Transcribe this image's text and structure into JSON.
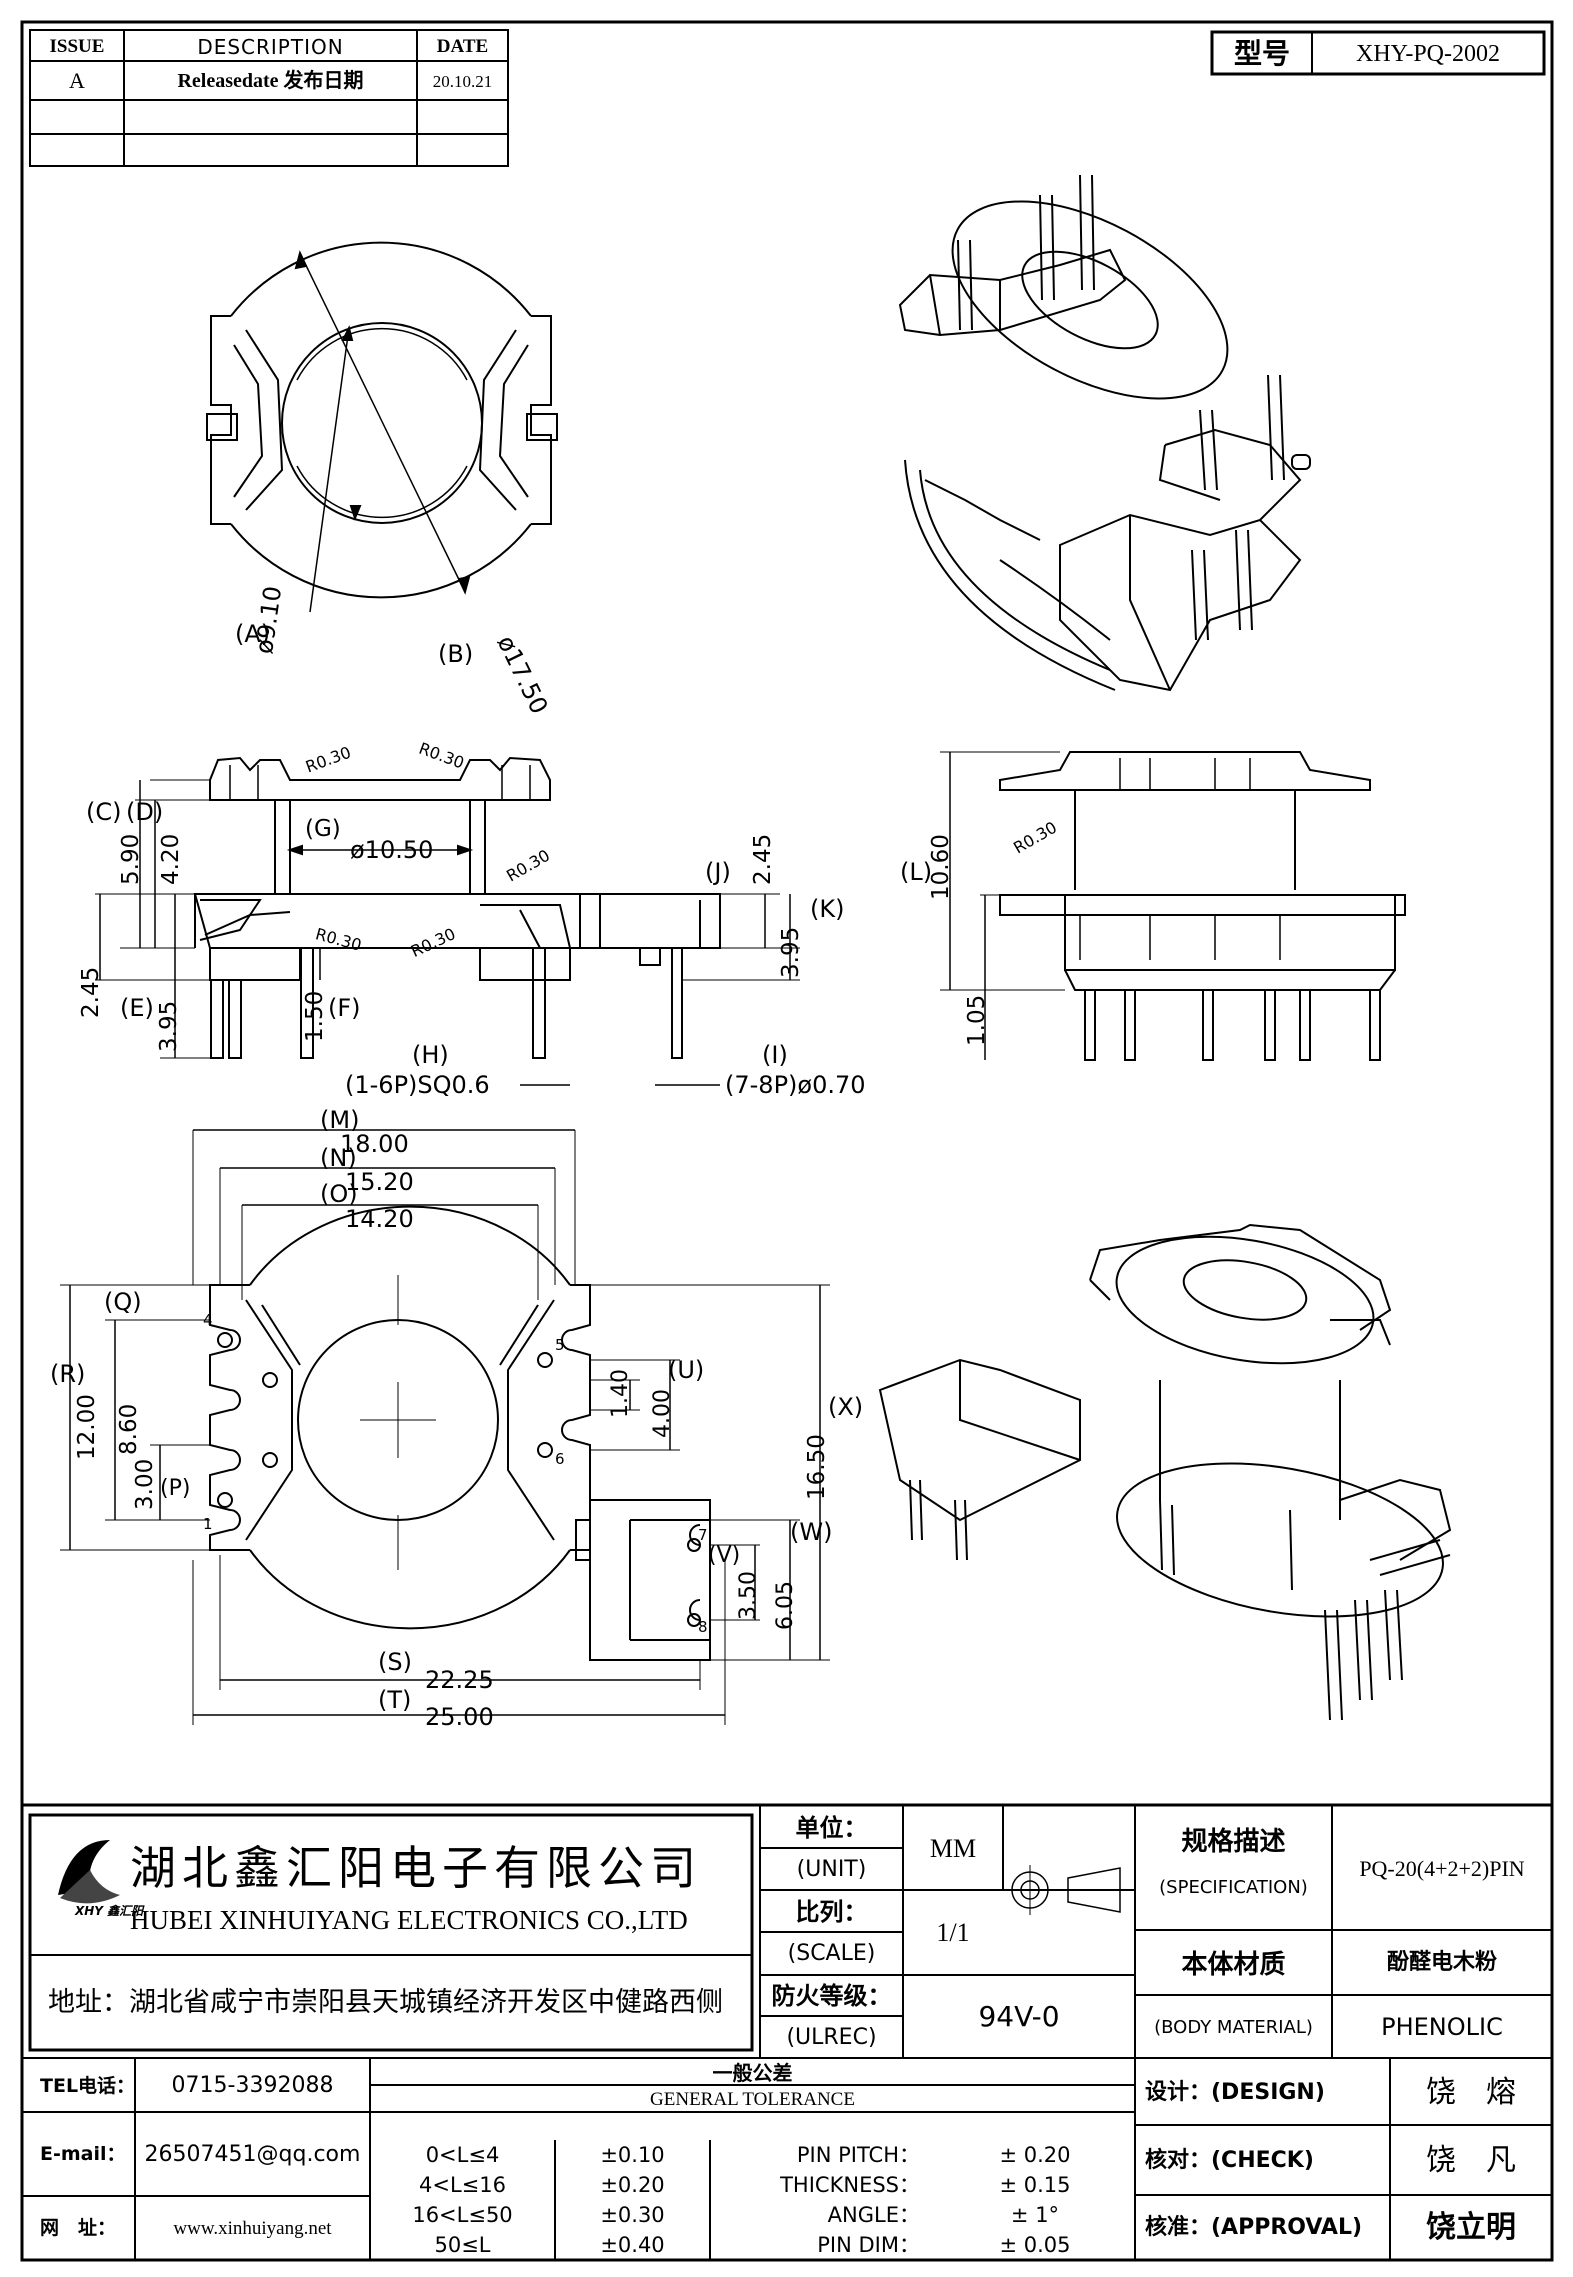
{
  "revision": {
    "headers": {
      "issue": "ISSUE",
      "description": "DESCRIPTION",
      "date": "DATE"
    },
    "rows": [
      {
        "issue": "A",
        "description": "Releasedate 发布日期",
        "date": "20.10.21"
      },
      {
        "issue": "",
        "description": "",
        "date": ""
      },
      {
        "issue": "",
        "description": "",
        "date": ""
      }
    ]
  },
  "model": {
    "label": "型号",
    "value": "XHY-PQ-2002"
  },
  "dimensions": {
    "A": "(A)",
    "A_val": "ø9.10",
    "B": "(B)",
    "B_val": "ø17.50",
    "C": "(C)",
    "C_val": "5.90",
    "D": "(D)",
    "D_val": "4.20",
    "E": "(E)",
    "E_val": "3.95",
    "F": "(F)",
    "F_val": "1.50",
    "G": "(G)",
    "G_val": "ø10.50",
    "H": "(H)",
    "H_val": "(1-6P)SQ0.6",
    "I": "(I)",
    "I_val": "(7-8P)ø0.70",
    "J": "(J)",
    "J_val": "2.45",
    "K": "(K)",
    "K_val": "3.95",
    "L": "(L)",
    "L_val": "10.60",
    "L2_val": "1.05",
    "E2_val": "2.45",
    "M": "(M)",
    "M_val": "18.00",
    "N": "(N)",
    "N_val": "15.20",
    "O": "(O)",
    "O_val": "14.20",
    "P": "(P)",
    "P_val": "3.00",
    "Q": "(Q)",
    "Q_val": "8.60",
    "R": "(R)",
    "R_val": "12.00",
    "S": "(S)",
    "S_val": "22.25",
    "T": "(T)",
    "T_val": "25.00",
    "U": "(U)",
    "U_val": "1.40",
    "U2_val": "4.00",
    "V": "(V)",
    "V_val": "3.50",
    "W": "(W)",
    "W_val": "6.05",
    "X": "(X)",
    "X_val": "16.50",
    "radius": "R0.30",
    "pins": [
      "1",
      "4",
      "5",
      "6",
      "7",
      "8"
    ]
  },
  "company": {
    "name_cn": "湖北鑫汇阳电子有限公司",
    "name_en": "HUBEI XINHUIYANG ELECTRONICS CO.,LTD",
    "address": "地址：湖北省咸宁市崇阳县天城镇经济开发区中健路西侧",
    "logo_text": "XHY 鑫汇阳",
    "tel_label": "TEL电话：",
    "tel": "0715-3392088",
    "email_label": "E-mail：",
    "email": "26507451@qq.com",
    "web_label": "网　址：",
    "web": "www.xinhuiyang.net"
  },
  "titleblock": {
    "unit_cn": "单位：",
    "unit_en": "(UNIT)",
    "unit_value": "MM",
    "scale_cn": "比列：",
    "scale_en": "(SCALE)",
    "scale_value": "1/1",
    "ul_cn": "防火等级：",
    "ul_en": "(ULREC)",
    "ul_value": "94V-0",
    "spec_cn": "规格描述",
    "spec_en": "(SPECIFICATION)",
    "spec_value": "PQ-20(4+2+2)PIN",
    "mat_cn": "本体材质",
    "mat_en": "(BODY MATERIAL)",
    "mat_cn_value": "酚醛电木粉",
    "mat_value": "PHENOLIC",
    "tol_cn": "一般公差",
    "tol_en": "GENERAL TOLERANCE",
    "tolerances": [
      {
        "range": "0<L≤4",
        "tol": "±0.10",
        "item": "PIN PITCH：",
        "val": "± 0.20"
      },
      {
        "range": "4<L≤16",
        "tol": "±0.20",
        "item": "THICKNESS：",
        "val": "± 0.15"
      },
      {
        "range": "16<L≤50",
        "tol": "±0.30",
        "item": "ANGLE：",
        "val": "± 1°"
      },
      {
        "range": "50≤L",
        "tol": "±0.40",
        "item": "PIN DIM：",
        "val": "± 0.05"
      }
    ],
    "design_label": "设计：(DESIGN)",
    "design": "饶　熔",
    "check_label": "核对：(CHECK)",
    "check": "饶　凡",
    "approval_label": "核准：(APPROVAL)",
    "approval": "饶立明"
  }
}
